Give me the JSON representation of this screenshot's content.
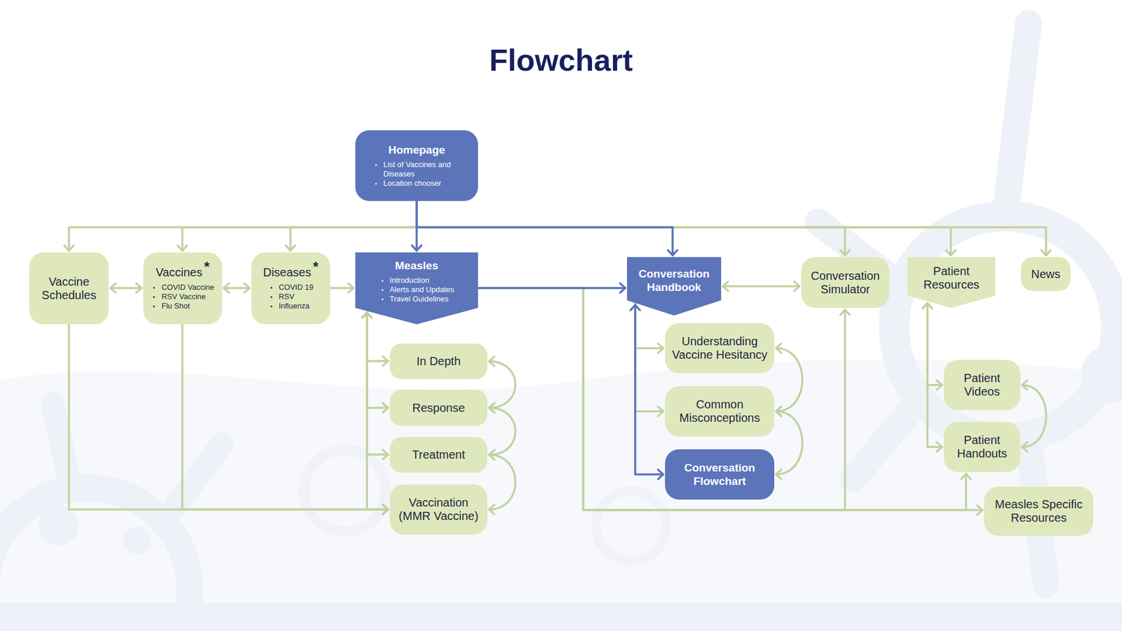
{
  "diagram": {
    "title": "Flowchart",
    "nodes": [
      {
        "text": [
          "Homepage",
          "List of Vaccines and Diseases",
          "Location chooser"
        ]
      },
      {
        "text": [
          "Vaccine Schedules"
        ]
      },
      {
        "text": [
          "Vaccines",
          "*",
          "COVID Vaccine",
          "RSV Vaccine",
          "Flu Shot"
        ]
      },
      {
        "text": [
          "Diseases",
          "*",
          "COVID 19",
          "RSV",
          "Influenza"
        ]
      },
      {
        "text": [
          "Measles",
          "Introduction",
          "Alerts and Updates",
          "Travel Guidelines"
        ]
      },
      {
        "text": [
          "Conversation Handbook"
        ]
      },
      {
        "text": [
          "Conversation Simulator"
        ]
      },
      {
        "text": [
          "Patient Resources"
        ]
      },
      {
        "text": [
          "News"
        ]
      },
      {
        "text": [
          "In Depth"
        ]
      },
      {
        "text": [
          "Response"
        ]
      },
      {
        "text": [
          "Treatment"
        ]
      },
      {
        "text": [
          "Vaccination (MMR Vaccine)"
        ]
      },
      {
        "text": [
          "Understanding Vaccine Hesitancy"
        ]
      },
      {
        "text": [
          "Common Misconceptions"
        ]
      },
      {
        "text": [
          "Conversation Flowchart"
        ]
      },
      {
        "text": [
          "Patient Videos"
        ]
      },
      {
        "text": [
          "Patient Handouts"
        ]
      },
      {
        "text": [
          "Measles Specific Resources"
        ]
      }
    ],
    "edges": [
      {
        "from": 0,
        "to": 1,
        "arrow": "to"
      },
      {
        "from": 0,
        "to": 2,
        "arrow": "to"
      },
      {
        "from": 0,
        "to": 3,
        "arrow": "to"
      },
      {
        "from": 0,
        "to": 4,
        "arrow": "to"
      },
      {
        "from": 0,
        "to": 5,
        "arrow": "to"
      },
      {
        "from": 0,
        "to": 6,
        "arrow": "to"
      },
      {
        "from": 0,
        "to": 7,
        "arrow": "to"
      },
      {
        "from": 0,
        "to": 8,
        "arrow": "to"
      },
      {
        "from": 1,
        "to": 2,
        "arrow": "both"
      },
      {
        "from": 2,
        "to": 3,
        "arrow": "both"
      },
      {
        "from": 3,
        "to": 4,
        "arrow": "to"
      },
      {
        "from": 4,
        "to": 5,
        "arrow": "to"
      },
      {
        "from": 4,
        "to": 9,
        "arrow": "both"
      },
      {
        "from": 4,
        "to": 10,
        "arrow": "both"
      },
      {
        "from": 4,
        "to": 11,
        "arrow": "both"
      },
      {
        "from": 4,
        "to": 12,
        "arrow": "both"
      },
      {
        "from": 9,
        "to": 10,
        "arrow": "both"
      },
      {
        "from": 10,
        "to": 11,
        "arrow": "both"
      },
      {
        "from": 11,
        "to": 12,
        "arrow": "both"
      },
      {
        "from": 1,
        "to": 12,
        "arrow": "to"
      },
      {
        "from": 2,
        "to": 12,
        "arrow": "to"
      },
      {
        "from": 5,
        "to": 6,
        "arrow": "both"
      },
      {
        "from": 5,
        "to": 13,
        "arrow": "to"
      },
      {
        "from": 5,
        "to": 14,
        "arrow": "to"
      },
      {
        "from": 5,
        "to": 15,
        "arrow": "both"
      },
      {
        "from": 13,
        "to": 14,
        "arrow": "both"
      },
      {
        "from": 14,
        "to": 15,
        "arrow": "both"
      },
      {
        "from": 4,
        "to": 6,
        "arrow": "to"
      },
      {
        "from": 4,
        "to": 18,
        "arrow": "to"
      },
      {
        "from": 4,
        "to": 17,
        "arrow": "to"
      },
      {
        "from": 7,
        "to": 16,
        "arrow": "both"
      },
      {
        "from": 7,
        "to": 17,
        "arrow": "both"
      },
      {
        "from": 16,
        "to": 17,
        "arrow": "both"
      }
    ]
  }
}
